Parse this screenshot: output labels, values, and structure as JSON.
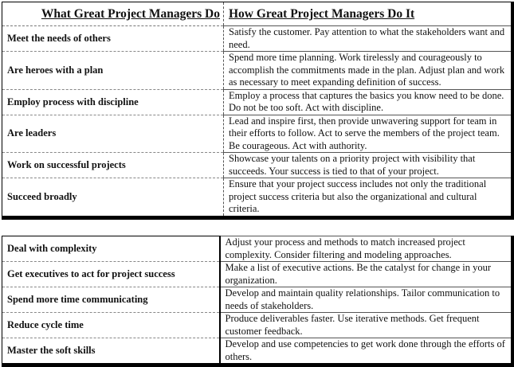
{
  "table1": {
    "headers": {
      "what": "What Great Project Managers Do",
      "how": "How Great Project Managers Do It"
    },
    "rows": [
      {
        "what": "Meet the needs of others",
        "how": "Satisfy the customer. Pay attention to what the stakeholders want and need."
      },
      {
        "what": "Are heroes with a plan",
        "how": "Spend more time planning. Work tirelessly and courageously to accomplish the commitments made in the plan. Adjust plan and work as necessary to meet expanding definition of success."
      },
      {
        "what": "Employ process with discipline",
        "how": "Employ a process that captures the basics you know need to be done. Do not be too soft. Act with discipline."
      },
      {
        "what": "Are leaders",
        "how": "Lead and inspire first, then provide unwavering support for team in their efforts to follow. Act to serve the members of the project team. Be courageous. Act with authority."
      },
      {
        "what": "Work on successful projects",
        "how": "Showcase your talents on a priority project with visibility that succeeds. Your success is tied to that of your project."
      },
      {
        "what": "Succeed broadly",
        "how": "Ensure that your project success includes not only the traditional project success criteria but also the organizational and cultural criteria."
      }
    ]
  },
  "table2": {
    "rows": [
      {
        "what": "Deal with complexity",
        "how": "Adjust your process and methods to match increased project complexity. Consider filtering and modeling approaches."
      },
      {
        "what": "Get executives to act for project success",
        "how": "Make a list of executive actions. Be the catalyst for change in your organization."
      },
      {
        "what": "Spend more time communicating",
        "how": "Develop and maintain quality relationships. Tailor communication to needs of stakeholders."
      },
      {
        "what": "Reduce cycle time",
        "how": "Produce deliverables faster. Use iterative methods. Get frequent customer feedback."
      },
      {
        "what": "Master the soft skills",
        "how": "Develop and use competencies to get work done through the efforts of others."
      }
    ]
  }
}
